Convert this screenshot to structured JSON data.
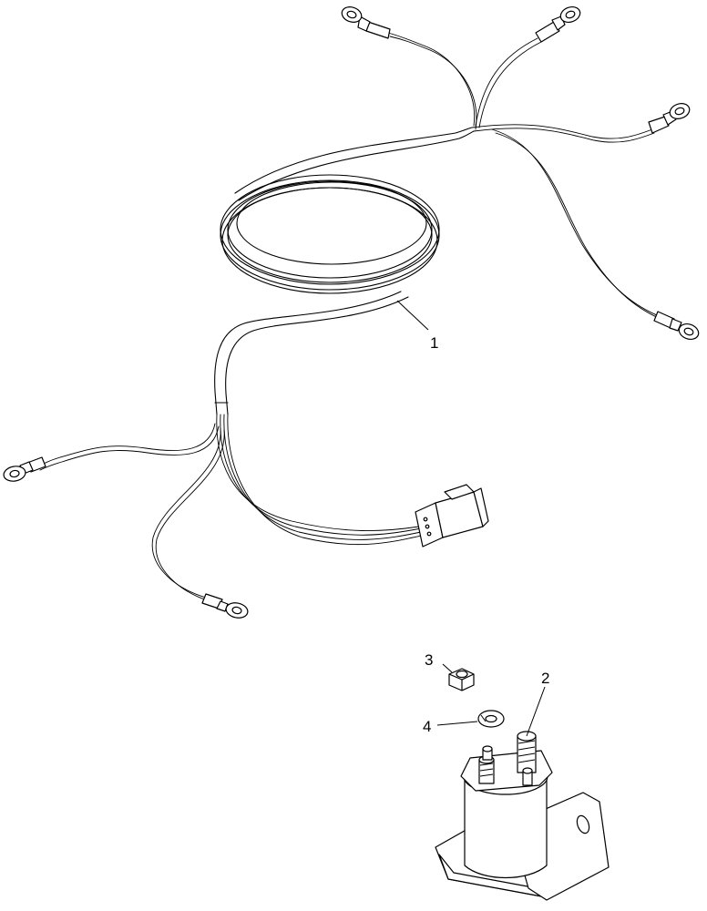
{
  "callouts": [
    {
      "id": "1",
      "label": "1",
      "part": "wire-harness"
    },
    {
      "id": "2",
      "label": "2",
      "part": "solenoid"
    },
    {
      "id": "3",
      "label": "3",
      "part": "hex-nut"
    },
    {
      "id": "4",
      "label": "4",
      "part": "lock-washer"
    }
  ]
}
